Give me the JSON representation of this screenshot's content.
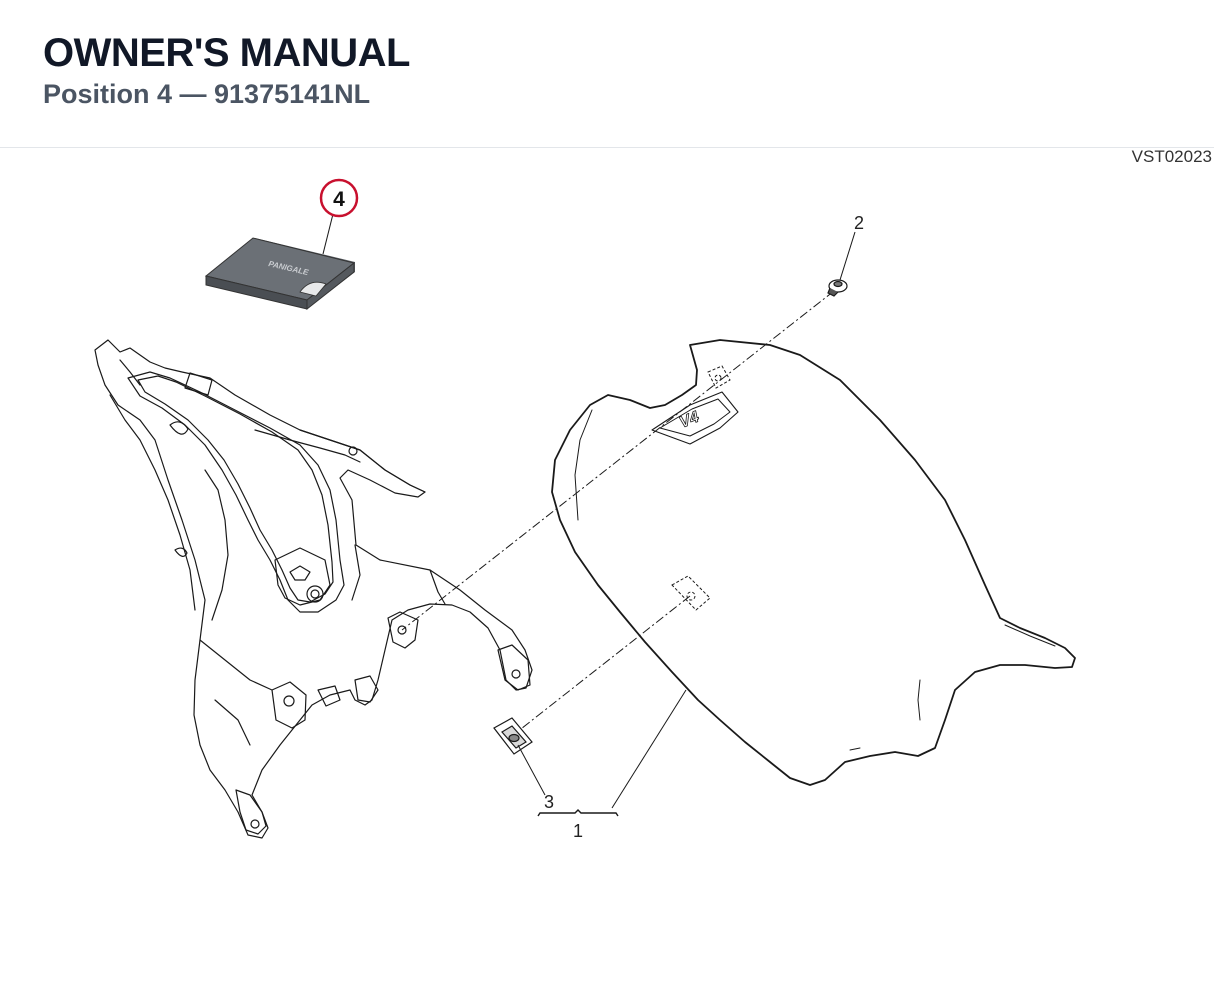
{
  "header": {
    "title": "OWNER'S MANUAL",
    "subtitle": "Position 4 — 91375141NL"
  },
  "drawing_code": "VST02023",
  "callouts": {
    "highlight": "4",
    "c1": "1",
    "c2": "2",
    "c3": "3"
  },
  "manual_cover_text": "PANIGALE",
  "seat_badge_text": "V4",
  "colors": {
    "title": "#111827",
    "subtitle": "#4b5563",
    "highlight": "#c8102e",
    "line": "#1a1a1a",
    "manual_cover": "#6b7076",
    "divider": "#e3e6ea"
  }
}
